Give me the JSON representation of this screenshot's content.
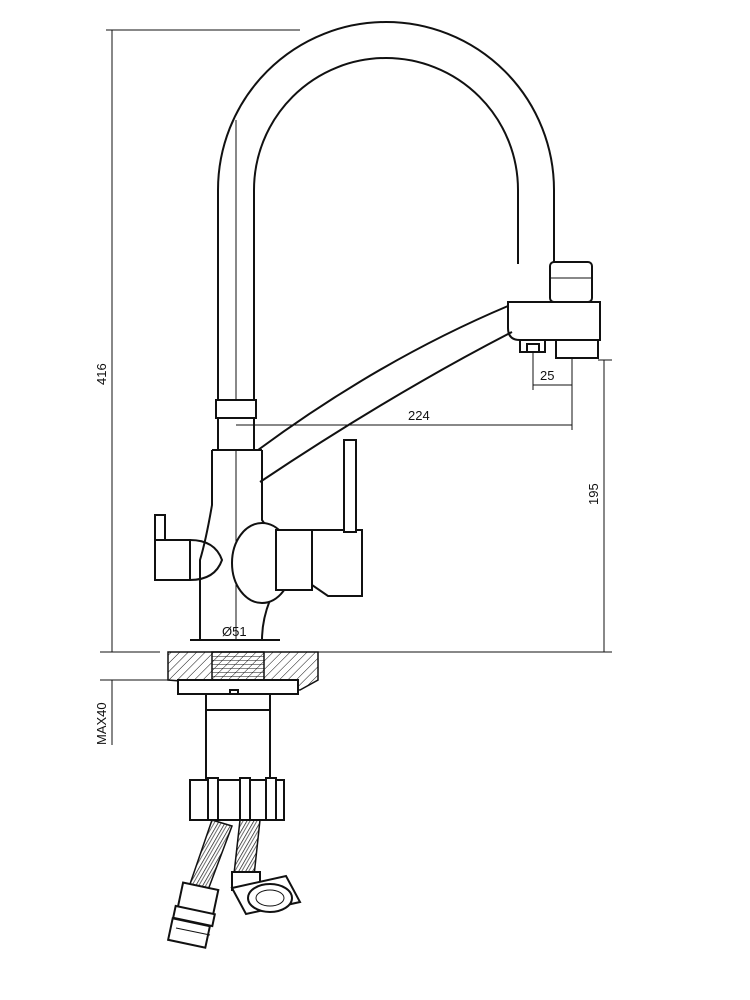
{
  "dimensions": {
    "total_height": "416",
    "spout_reach": "224",
    "outlet_spacing": "25",
    "spout_height": "195",
    "base_diameter": "Ø51",
    "max_counter_thickness": "MAX40"
  },
  "colors": {
    "line": "#111111",
    "background": "#ffffff"
  }
}
